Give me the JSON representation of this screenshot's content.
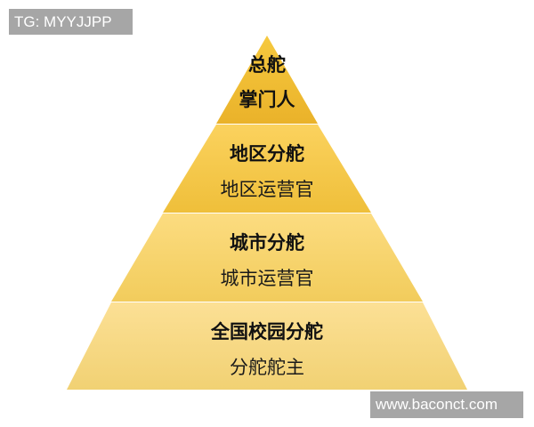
{
  "watermarks": {
    "top_left": "TG: MYYJJPP",
    "bottom_right": "www.baconct.com"
  },
  "pyramid": {
    "tiers": [
      {
        "title": "总舵",
        "subtitle": "掌门人",
        "color": "#f0bc2e",
        "color_light": "#f7cd52"
      },
      {
        "title": "地区分舵",
        "subtitle": "地区运营官",
        "color": "#f4c748",
        "color_light": "#fad468"
      },
      {
        "title": "城市分舵",
        "subtitle": "城市运营官",
        "color": "#f5d068",
        "color_light": "#fbdc85"
      },
      {
        "title": "全国校园分舵",
        "subtitle": "分舵舵主",
        "color": "#f1d27a",
        "color_light": "#fadf94"
      }
    ]
  }
}
